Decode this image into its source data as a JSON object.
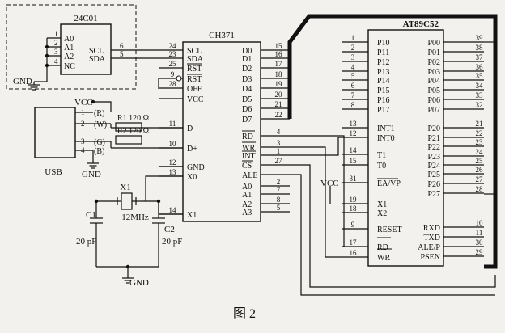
{
  "chips": {
    "eeprom": {
      "name": "24C01",
      "left_pins": [
        {
          "n": "1",
          "label": "A0"
        },
        {
          "n": "2",
          "label": "A1"
        },
        {
          "n": "3",
          "label": "A2"
        },
        {
          "n": "4",
          "label": "NC"
        }
      ],
      "right_pins": [
        {
          "n": "6",
          "label": "SCL"
        },
        {
          "n": "5",
          "label": "SDA"
        }
      ]
    },
    "usb_ctrl": {
      "name": "CH371",
      "left_pins": [
        {
          "n": "24",
          "label": "SCL"
        },
        {
          "n": "23",
          "label": "SDA"
        },
        {
          "n": "25",
          "label": "RST"
        },
        {
          "n": "9",
          "label": "RST"
        },
        {
          "n": "28",
          "label": "OFF"
        },
        {
          "n": "",
          "label": "VCC"
        },
        {
          "n": "11",
          "label": "D-"
        },
        {
          "n": "10",
          "label": "D+"
        },
        {
          "n": "12",
          "label": "GND"
        },
        {
          "n": "13",
          "label": "X0"
        },
        {
          "n": "14",
          "label": "X1"
        }
      ],
      "right_pins": [
        {
          "n": "15",
          "label": "D0"
        },
        {
          "n": "16",
          "label": "D1"
        },
        {
          "n": "17",
          "label": "D2"
        },
        {
          "n": "18",
          "label": "D3"
        },
        {
          "n": "19",
          "label": "D4"
        },
        {
          "n": "20",
          "label": "D5"
        },
        {
          "n": "21",
          "label": "D6"
        },
        {
          "n": "22",
          "label": "D7"
        },
        {
          "n": "4",
          "label": "RD"
        },
        {
          "n": "3",
          "label": "WR"
        },
        {
          "n": "1",
          "label": "INT"
        },
        {
          "n": "27",
          "label": "CS"
        },
        {
          "n": "",
          "label": "ALE"
        },
        {
          "n": "2",
          "label": "A0"
        },
        {
          "n": "7",
          "label": "A1"
        },
        {
          "n": "8",
          "label": "A2"
        },
        {
          "n": "5",
          "label": "A3"
        }
      ]
    },
    "mcu": {
      "name": "AT89C52",
      "left_pins": [
        {
          "n": "1",
          "label": "P10"
        },
        {
          "n": "2",
          "label": "P11"
        },
        {
          "n": "3",
          "label": "P12"
        },
        {
          "n": "4",
          "label": "P13"
        },
        {
          "n": "5",
          "label": "P14"
        },
        {
          "n": "6",
          "label": "P15"
        },
        {
          "n": "7",
          "label": "P16"
        },
        {
          "n": "8",
          "label": "P17"
        },
        {
          "n": "13",
          "label": "INT1"
        },
        {
          "n": "12",
          "label": "INT0"
        },
        {
          "n": "14",
          "label": "T1"
        },
        {
          "n": "15",
          "label": "T0"
        },
        {
          "n": "31",
          "label": "EA/VP"
        },
        {
          "n": "19",
          "label": "X1"
        },
        {
          "n": "18",
          "label": "X2"
        },
        {
          "n": "9",
          "label": "RESET"
        },
        {
          "n": "17",
          "label": "RD"
        },
        {
          "n": "16",
          "label": "WR"
        }
      ],
      "right_pins": [
        {
          "n": "39",
          "label": "P00"
        },
        {
          "n": "38",
          "label": "P01"
        },
        {
          "n": "37",
          "label": "P02"
        },
        {
          "n": "36",
          "label": "P03"
        },
        {
          "n": "35",
          "label": "P04"
        },
        {
          "n": "34",
          "label": "P05"
        },
        {
          "n": "33",
          "label": "P06"
        },
        {
          "n": "32",
          "label": "P07"
        },
        {
          "n": "21",
          "label": "P20"
        },
        {
          "n": "22",
          "label": "P21"
        },
        {
          "n": "23",
          "label": "P22"
        },
        {
          "n": "24",
          "label": "P23"
        },
        {
          "n": "25",
          "label": "P24"
        },
        {
          "n": "26",
          "label": "P25"
        },
        {
          "n": "27",
          "label": "P26"
        },
        {
          "n": "28",
          "label": "P27"
        },
        {
          "n": "10",
          "label": "RXD"
        },
        {
          "n": "11",
          "label": "TXD"
        },
        {
          "n": "30",
          "label": "ALE/P"
        },
        {
          "n": "29",
          "label": "PSEN"
        }
      ]
    }
  },
  "usb": {
    "label": "USB",
    "pins": [
      {
        "n": "1",
        "color": "(R)"
      },
      {
        "n": "2",
        "color": "(W)"
      },
      {
        "n": "3",
        "color": "(G)"
      },
      {
        "n": "4",
        "color": "(B)"
      }
    ]
  },
  "components": {
    "r1": "R1 120 Ω",
    "r2": "R2 120 Ω",
    "crystal": "X1",
    "crystal_freq": "12MHz",
    "c1": "C1",
    "c1_value": "20 pF",
    "c2": "C2",
    "c2_value": "20 pF"
  },
  "power": {
    "vcc": "VCC",
    "gnd": "GND"
  },
  "caption": "图   2"
}
